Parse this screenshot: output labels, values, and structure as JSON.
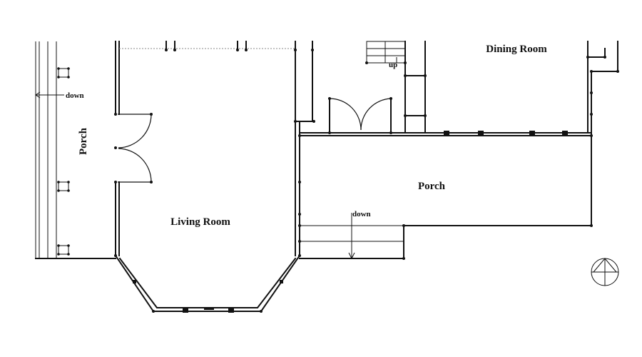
{
  "labels": {
    "dining_room": "Dining Room",
    "living_room": "Living Room",
    "porch_left": "Porch",
    "porch_center": "Porch",
    "down_left": "down",
    "down_center": "down",
    "up": "up"
  },
  "icons": {
    "compass": "north-compass-icon"
  }
}
